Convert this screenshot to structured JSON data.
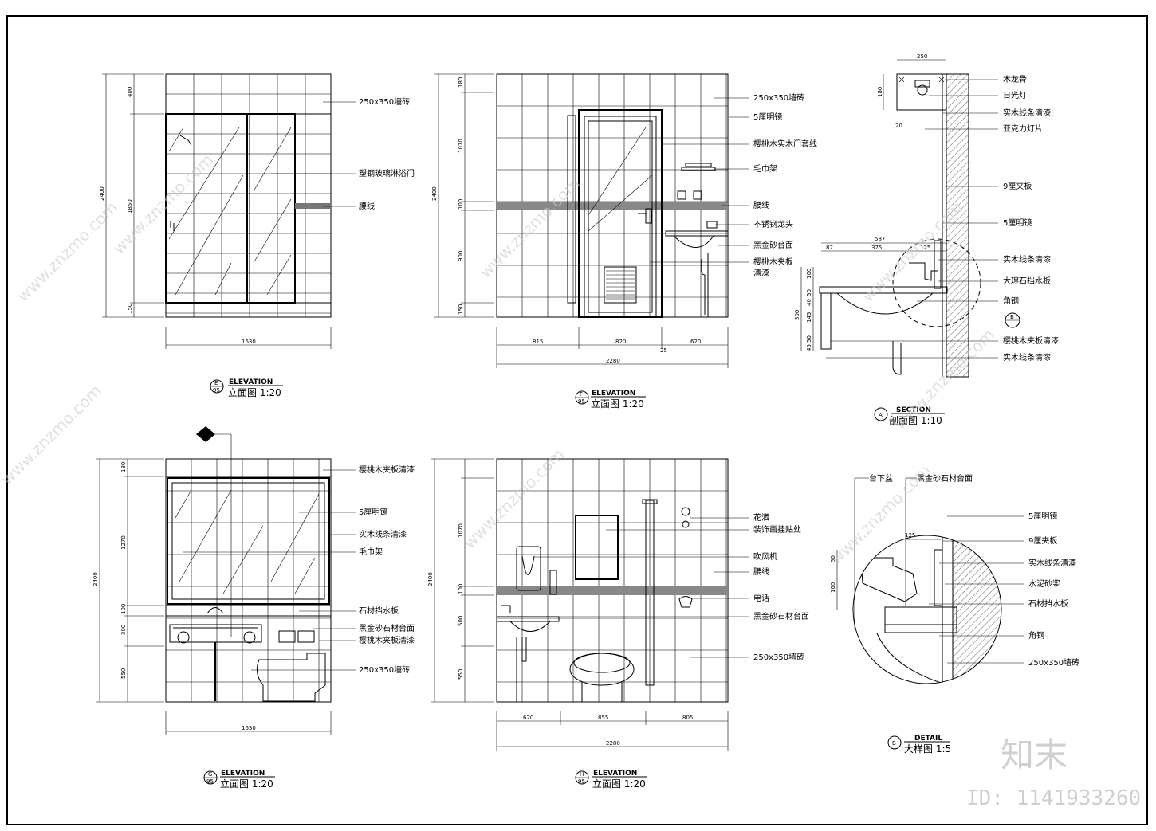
{
  "elev_e": {
    "badge": "E",
    "badge_sub": "95",
    "title": "ELEVATION",
    "scale": "立面图 1:20",
    "labels": [
      "250x350墙砖",
      "塑钢玻璃淋浴门",
      "腰线"
    ],
    "dims_v": [
      "400",
      "1850",
      "150"
    ],
    "dim_total_v": "2400",
    "dim_h": "1630"
  },
  "elev_f": {
    "badge": "F",
    "badge_sub": "95",
    "title": "ELEVATION",
    "scale": "立面图 1:20",
    "labels": [
      "250x350墙砖",
      "5厘明镜",
      "樱桃木实木门套线",
      "毛巾架",
      "腰线",
      "不锈钢龙头",
      "黑金砂台面",
      "樱桃木夹板",
      "清漆"
    ],
    "dims_v": [
      "180",
      "1070",
      "100",
      "900",
      "150"
    ],
    "dim_total_v": "2400",
    "dims_h": [
      "815",
      "820",
      "620"
    ],
    "dim_small": "25",
    "dim_total_h": "2280"
  },
  "section_a": {
    "badge": "A",
    "title": "SECTION",
    "scale": "剖面图 1:10",
    "labels": [
      "木龙骨",
      "日光灯",
      "实木线条清漆",
      "亚克力灯片",
      "9厘夹板",
      "5厘明镜",
      "实木线条清漆",
      "大理石挡水板",
      "角钢",
      "樱桃木夹板清漆",
      "实木线条清漆"
    ],
    "dims": [
      "250",
      "180",
      "20",
      "587",
      "87",
      "375",
      "125",
      "100",
      "50",
      "40",
      "300",
      "145",
      "50",
      "45"
    ],
    "marker": "B"
  },
  "elev_g": {
    "badge": "G",
    "badge_sub": "95",
    "title": "ELEVATION",
    "scale": "立面图 1:20",
    "labels": [
      "樱桃木夹板清漆",
      "5厘明镜",
      "实木线条清漆",
      "毛巾架",
      "石材挡水板",
      "黑金砂石材台面",
      "樱桃木夹板清漆",
      "250x350墙砖"
    ],
    "dims_v": [
      "180",
      "1270",
      "100",
      "300",
      "550"
    ],
    "dim_total_v": "2400",
    "dim_h": "1630",
    "marker": "A"
  },
  "elev_h": {
    "badge": "H",
    "badge_sub": "95",
    "title": "ELEVATION",
    "scale": "立面图 1:20",
    "labels": [
      "花洒",
      "装饰画挂贴处",
      "吹风机",
      "腰线",
      "电话",
      "黑金砂石材台面",
      "250x350墙砖"
    ],
    "dims_v": [
      "1070",
      "100",
      "500",
      "550"
    ],
    "dim_total_v": "2400",
    "dims_h": [
      "620",
      "855",
      "805"
    ],
    "dim_total_h": "2280"
  },
  "detail_b": {
    "badge": "B",
    "title": "DETAIL",
    "scale": "大样图 1:5",
    "labels_left": [
      "台下盆",
      "黑金砂石材台面"
    ],
    "labels": [
      "5厘明镜",
      "9厘夹板",
      "实木线条清漆",
      "水泥砂浆",
      "石材挡水板",
      "角钢",
      "250x350墙砖"
    ],
    "dims": [
      "125",
      "50",
      "100"
    ]
  },
  "watermark": {
    "text": "www.znzmo.com",
    "logo": "知末",
    "id": "ID: 1141933260"
  }
}
